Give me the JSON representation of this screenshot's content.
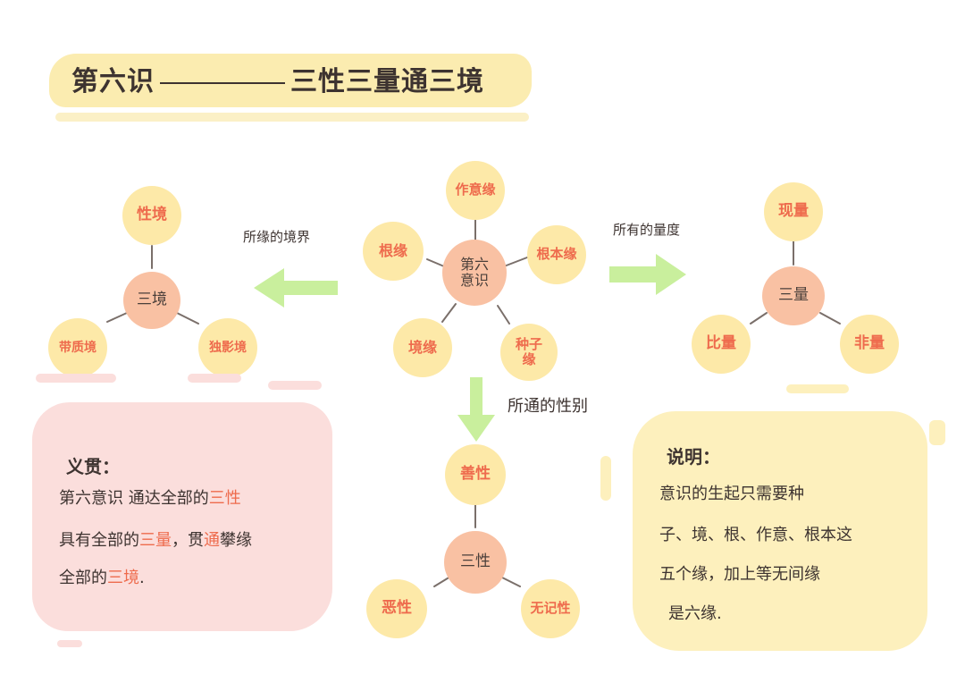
{
  "title": {
    "prefix": "第六识",
    "suffix": "三性三量通三境"
  },
  "center": {
    "hub": "第六意识",
    "leaves": [
      "作意缘",
      "根本缘",
      "种子缘",
      "境缘",
      "根缘"
    ]
  },
  "left_group": {
    "hub": "三境",
    "leaves": [
      "性境",
      "带质境",
      "独影境"
    ],
    "arrow_label": "所缘的境界"
  },
  "right_group": {
    "hub": "三量",
    "leaves": [
      "现量",
      "比量",
      "非量"
    ],
    "arrow_label": "所有的量度"
  },
  "bottom_group": {
    "hub": "三性",
    "leaves": [
      "善性",
      "恶性",
      "无记性"
    ],
    "arrow_label": "所通的性别"
  },
  "meaning_box": {
    "title": "义贯：",
    "line1_a": "第六意识 通达全部的",
    "line1_hl": "三性",
    "line2_a": "具有全部的",
    "line2_hl1": "三量",
    "line2_b": "，贯",
    "line2_hl2": "通",
    "line2_c": "攀缘",
    "line3_a": "全部的",
    "line3_hl": "三境",
    "line3_b": "."
  },
  "note_box": {
    "title": "说明：",
    "lines": [
      "意识的生起只需要种",
      "子、境、根、作意、根本这",
      "五个缘，加上等无间缘",
      "是六缘."
    ]
  },
  "colors": {
    "leaf_fill": "#fde9a8",
    "leaf_text": "#ee6b4d",
    "hub_fill": "#f9c1a3",
    "arrow_green": "#c9ef9d",
    "pink_box": "#fbdedc",
    "yellow_box": "#fdf0bd"
  }
}
